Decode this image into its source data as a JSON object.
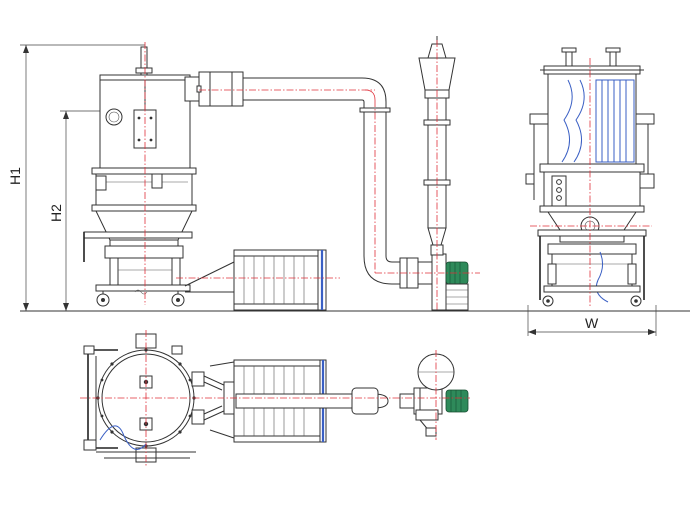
{
  "diagram": {
    "dimensions": {
      "h1": "H1",
      "h2": "H2",
      "w": "W"
    },
    "colors": {
      "centerline": "#e0303a",
      "filter_bag": "#3a5fc4",
      "motor": "#2e8a5a",
      "outline": "#333333"
    }
  }
}
